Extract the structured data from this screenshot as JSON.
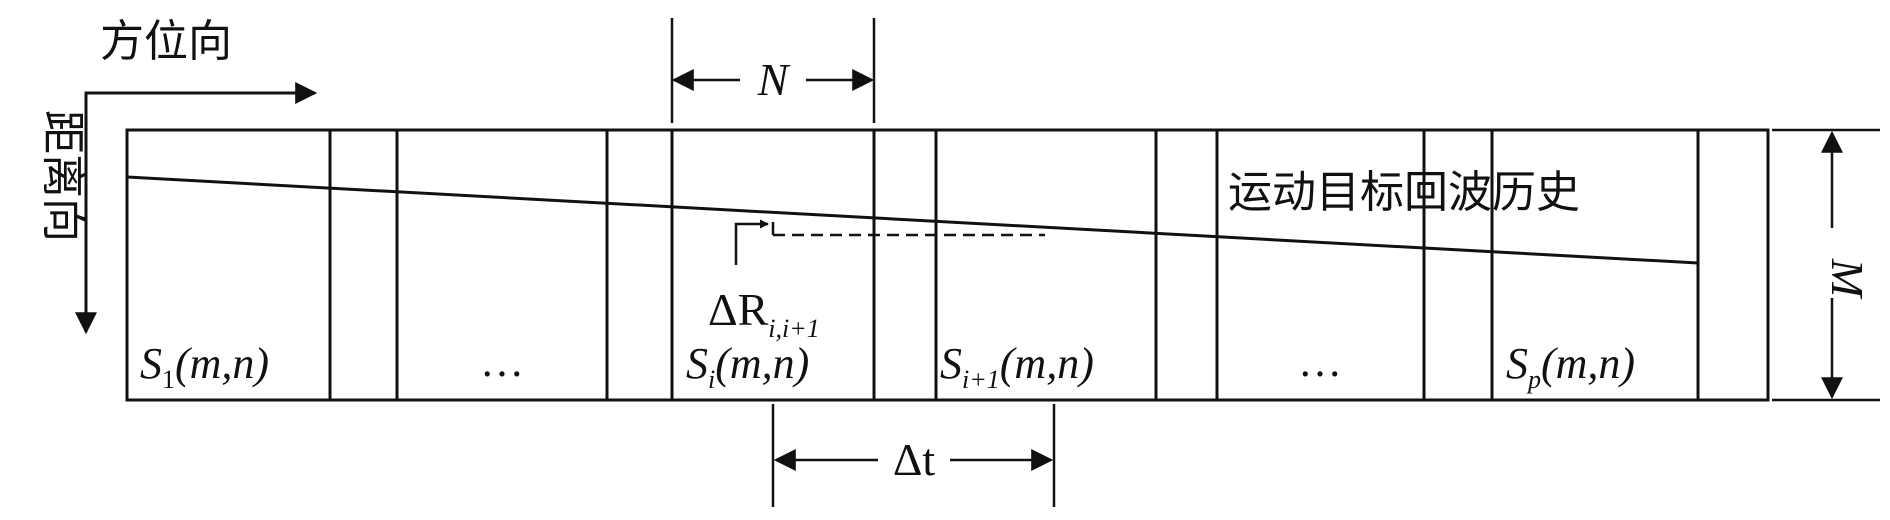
{
  "axes": {
    "azimuth_label": "方位向",
    "range_label": "距离向"
  },
  "dimensions": {
    "block_width_label": "N",
    "height_label": "M",
    "time_interval_label": "Δt",
    "range_shift_label": "ΔR",
    "range_shift_subscript": "i,i+1"
  },
  "trajectory_label": "运动目标回波历史",
  "blocks": [
    {
      "name": "block-1",
      "main": "S",
      "sub": "1",
      "tail": "(m,n)"
    },
    {
      "name": "block-ellipsis-1",
      "main": "…",
      "sub": "",
      "tail": ""
    },
    {
      "name": "block-i",
      "main": "S",
      "sub": "i",
      "tail": "(m,n)"
    },
    {
      "name": "block-i-plus-1",
      "main": "S",
      "sub": "i+1",
      "tail": "(m,n)"
    },
    {
      "name": "block-ellipsis-2",
      "main": "…",
      "sub": "",
      "tail": ""
    },
    {
      "name": "block-p",
      "main": "S",
      "sub": "p",
      "tail": "(m,n)"
    }
  ],
  "colors": {
    "stroke": "#111111",
    "background": "#ffffff"
  }
}
